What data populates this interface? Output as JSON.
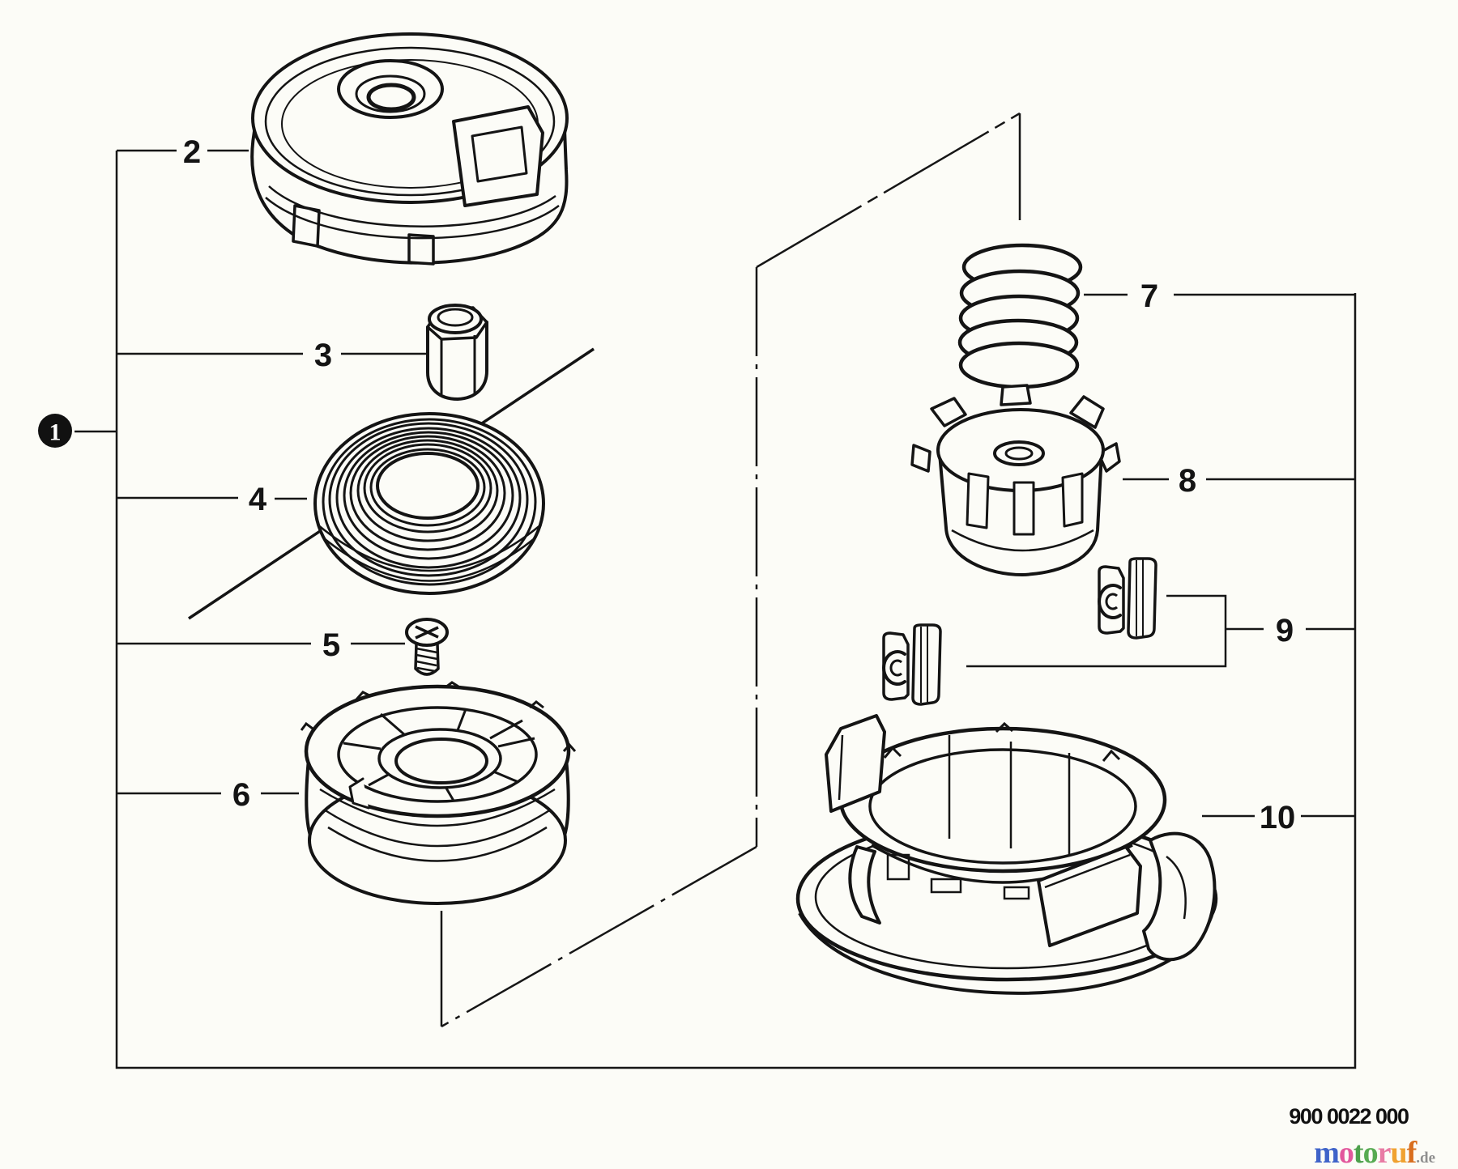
{
  "canvas": {
    "background": "#fcfcf7",
    "line_color": "#161616"
  },
  "callouts": {
    "c1": "1",
    "c2": "2",
    "c3": "3",
    "c4": "4",
    "c5": "5",
    "c6": "6",
    "c7": "7",
    "c8": "8",
    "c9": "9",
    "c10": "10"
  },
  "footer": {
    "part_number": "900 0022 000"
  },
  "watermark": {
    "letters": [
      {
        "ch": "m",
        "color": "#3f63c9"
      },
      {
        "ch": "o",
        "color": "#e2579c"
      },
      {
        "ch": "t",
        "color": "#4da04b"
      },
      {
        "ch": "o",
        "color": "#57ab52"
      },
      {
        "ch": "r",
        "color": "#e87ba4"
      },
      {
        "ch": "u",
        "color": "#f0a231"
      },
      {
        "ch": "f",
        "color": "#d96f1f"
      }
    ],
    "suffix": ".de",
    "suffix_color": "#8f8f8f"
  }
}
